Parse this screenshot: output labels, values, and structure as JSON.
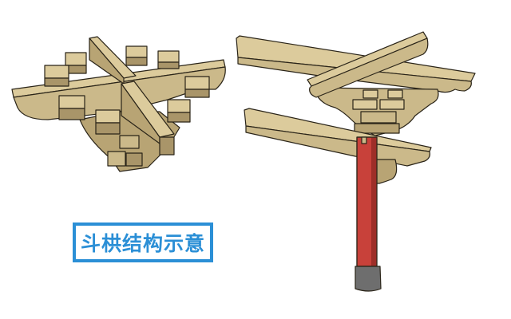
{
  "title": "斗栱结构示意",
  "label": {
    "text": "斗栱结构示意",
    "border_color": "#2b8fd6",
    "text_color": "#2b8fd6"
  },
  "figures": [
    {
      "name": "dougong-bracket-set",
      "description": "Isolated bracket set (dougong) with crossing beams and blocks"
    },
    {
      "name": "dougong-on-column",
      "description": "Bracket set mounted on a red column with grey base"
    }
  ],
  "colors": {
    "wood": "#cbb98a",
    "wood_shade": "#a99569",
    "wood_light": "#dccb9c",
    "outline": "#2a2418",
    "column": "#c8413a",
    "column_shade": "#9e2e28",
    "base": "#6e6e6e"
  }
}
